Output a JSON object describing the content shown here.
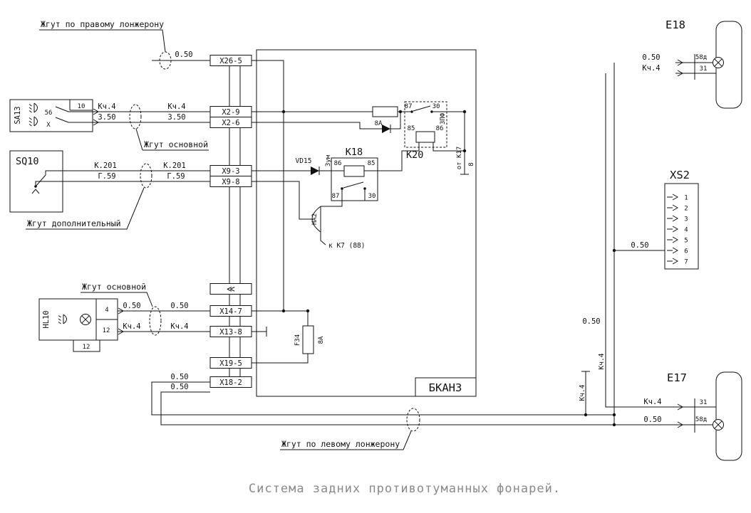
{
  "caption": "Система задних противотуманных фонарей.",
  "harness_labels": {
    "right_rail": "Жгут по правому лонжерону",
    "main_upper": "Жгут основной",
    "additional": "Жгут дополнительный",
    "main_lower": "Жгут основной",
    "left_rail": "Жгут по левому лонжерону"
  },
  "block": {
    "name": "БКАН3",
    "continuation_marker": "≪"
  },
  "block_pins": [
    "X26-5",
    "X2-9",
    "X2-6",
    "X9-3",
    "X9-8",
    "X14-7",
    "X13-8",
    "X19-5",
    "X18-2"
  ],
  "wire_labels": {
    "top_feed": "0.50",
    "sa13_upper_left": "Кч.4",
    "sa13_upper_right": "Кч.4",
    "sa13_lower_left": "3.50",
    "sa13_lower_right": "3.50",
    "sq10_upper_left": "К.201",
    "sq10_upper_right": "К.201",
    "sq10_lower_left": "Г.59",
    "sq10_lower_right": "Г.59",
    "hl10_upper_left": "0.50",
    "hl10_upper_right": "0.50",
    "hl10_lower_left": "Кч.4",
    "hl10_lower_right": "Кч.4",
    "x18_upper": "0.50",
    "x18_lower": "0.50",
    "e18_feed": "0.50",
    "e18_ground": "Кч.4",
    "xs2_feed": "0.50",
    "riser_feed": "0.50",
    "riser_ground_upper": "Кч.4",
    "riser_ground_lower": "Кч.4",
    "e17_ground": "Кч.4",
    "e17_feed": "0.50"
  },
  "components": {
    "sa13": {
      "ref": "SA13",
      "pin_top": "10",
      "pin_mid": "56",
      "pin_low": "X"
    },
    "sq10": {
      "ref": "SQ10"
    },
    "hl10": {
      "ref": "HL10",
      "pin_top": "4",
      "pin_mid": "12",
      "pin_bottom": "12"
    },
    "e18": {
      "ref": "E18",
      "pin_lamp": "58д",
      "pin_ground": "31"
    },
    "e17": {
      "ref": "E17",
      "pin_ground": "31",
      "pin_lamp": "58д"
    },
    "xs2": {
      "ref": "XS2",
      "pins": [
        "1",
        "2",
        "3",
        "4",
        "5",
        "6",
        "7"
      ]
    },
    "k18": {
      "ref": "К18",
      "tag": "Зум",
      "pin_86": "86",
      "pin_85": "85",
      "pin_87": "87",
      "pin_30": "30"
    },
    "k20": {
      "ref": "К20",
      "tag": "ЗПФ",
      "pin_87": "87",
      "pin_30": "30",
      "pin_85": "85",
      "pin_86": "86"
    },
    "vd15": {
      "ref": "VD15"
    },
    "ha2": {
      "ref": "HA2",
      "note": "к К7 (88)"
    },
    "f34": {
      "ref": "F34",
      "rating": "8А"
    },
    "fuse_top": {
      "rating": "8А"
    },
    "k17": {
      "label": "от К17",
      "pin": "8"
    }
  }
}
